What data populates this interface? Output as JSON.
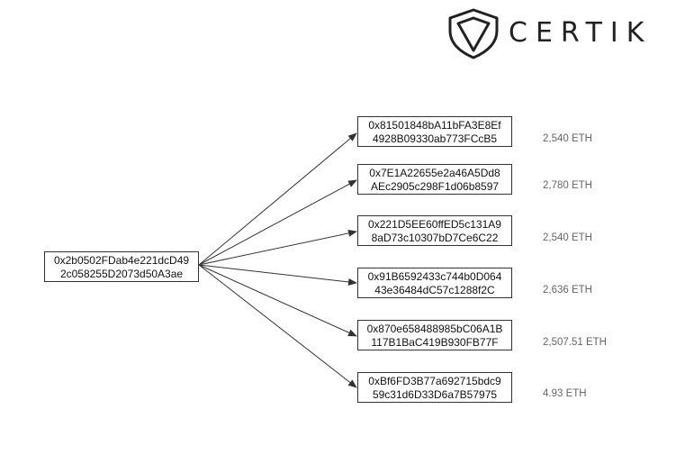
{
  "logo": {
    "text": "CERTIK"
  },
  "source": {
    "line1": "0x2b0502FDab4e221dcD49",
    "line2": "2c058255D2073d50A3ae"
  },
  "targets": [
    {
      "line1": "0x81501848bA11bFA3E8Ef",
      "line2": "4928B09330ab773FCcB5",
      "amount": "2,540 ETH"
    },
    {
      "line1": "0x7E1A22655e2a46A5Dd8",
      "line2": "AEc2905c298F1d06b8597",
      "amount": "2,780 ETH"
    },
    {
      "line1": "0x221D5EE60ffED5c131A9",
      "line2": "8aD73c10307bD7Ce6C22",
      "amount": "2,540 ETH"
    },
    {
      "line1": "0x91B6592433c744b0D064",
      "line2": "43e36484dC57c1288f2C",
      "amount": "2,636 ETH"
    },
    {
      "line1": "0x870e658488985bC06A1B",
      "line2": "117B1BaC419B930FB77F",
      "amount": "2,507.51 ETH"
    },
    {
      "line1": "0xBf6FD3B77a692715bdc9",
      "line2": "59c31d6D33D6a7B57975",
      "amount": "4.93 ETH"
    }
  ]
}
